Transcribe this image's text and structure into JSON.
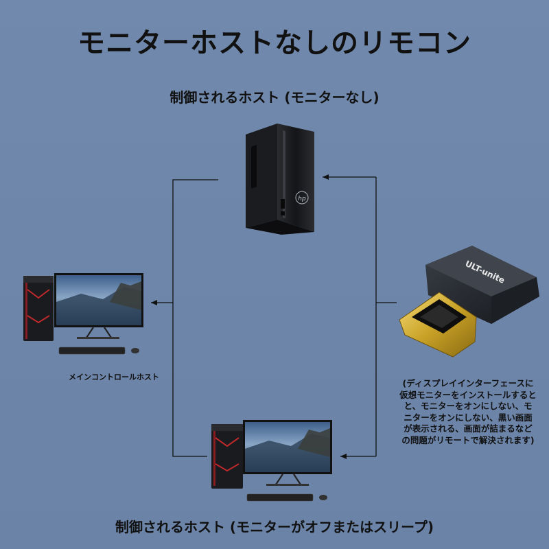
{
  "title": "モニターホストなしのリモコン",
  "top_label": "制御されるホスト (モニターなし)",
  "bottom_label": "制御されるホスト (モニターがオフまたはスリープ)",
  "main_host_label": "メインコントロールホスト",
  "adapter_brand": "ULT-unite",
  "tower_logo": "hp",
  "note_lines": [
    "(ディスプレイインターフェースに",
    "仮想モニターをインストールすると",
    "と、モニターをオンにしない、モ",
    "ニターをオンにしない、黒い画面",
    "が表示される、画面が詰まるなど",
    "の問題がリモートで解決されます)"
  ],
  "colors": {
    "background": "#6f87aa",
    "line": "#111111",
    "text": "#111111",
    "gold": "#c9a227"
  }
}
